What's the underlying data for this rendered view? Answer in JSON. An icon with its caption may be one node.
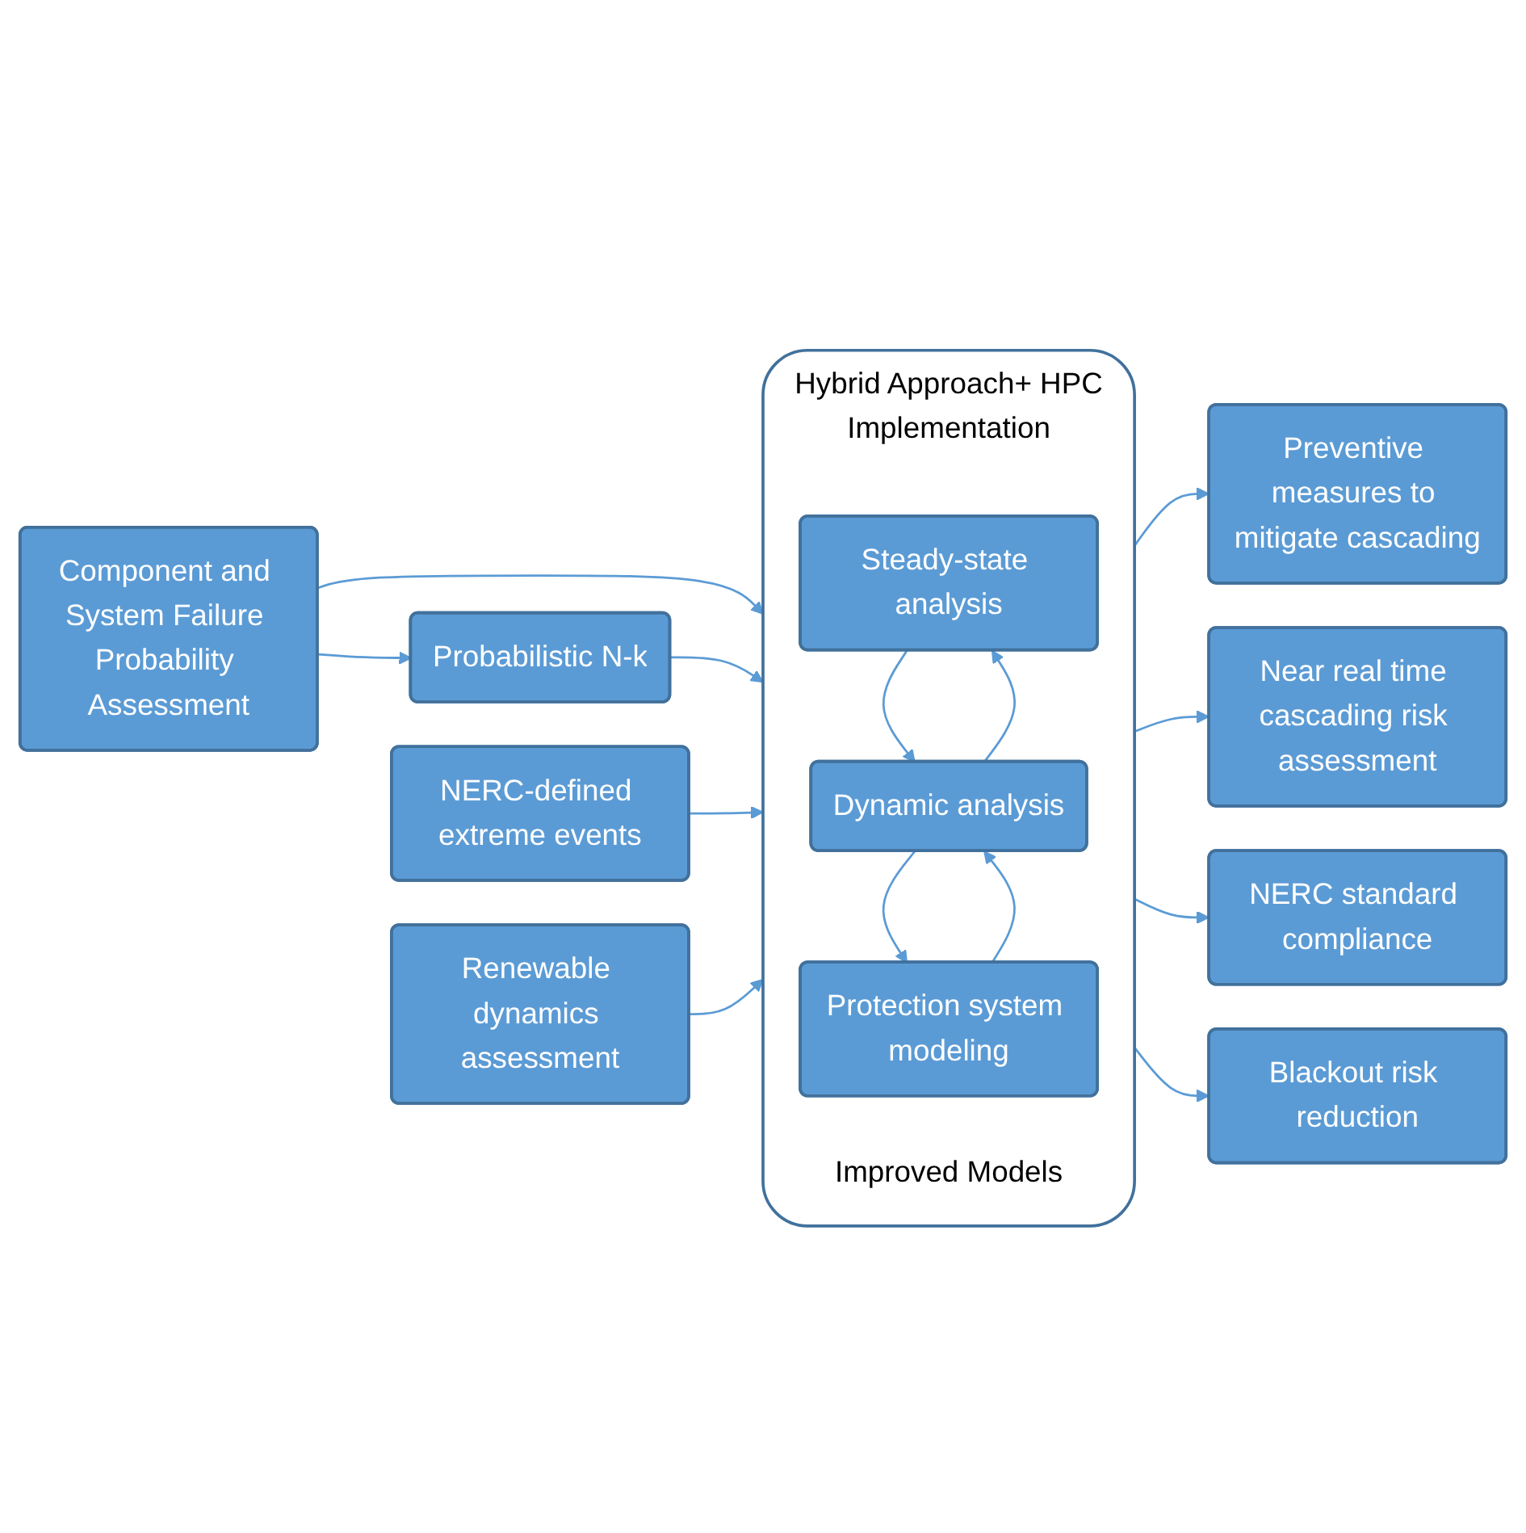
{
  "diagram": {
    "nodes": [
      {
        "text": [
          "Component and System Failure Probability Assessment"
        ]
      },
      {
        "text": [
          "Probabilistic N-k"
        ]
      },
      {
        "text": [
          "NERC-defined extreme events"
        ]
      },
      {
        "text": [
          "Renewable dynamics assessment"
        ]
      },
      {
        "text": [
          "Hybrid Approach+ HPC Implementation",
          "Improved Models"
        ]
      },
      {
        "text": [
          "Steady-state analysis"
        ],
        "in": 4
      },
      {
        "text": [
          "Dynamic analysis"
        ],
        "in": 4
      },
      {
        "text": [
          "Protection system modeling"
        ],
        "in": 4
      },
      {
        "text": [
          "Preventive measures to mitigate cascading"
        ]
      },
      {
        "text": [
          "Near real time cascading risk assessment"
        ]
      },
      {
        "text": [
          "NERC standard compliance"
        ]
      },
      {
        "text": [
          "Blackout risk reduction"
        ]
      }
    ],
    "edges": [
      {
        "from": 0,
        "to": 1,
        "arrow": "to"
      },
      {
        "from": 0,
        "to": 4,
        "arrow": "to"
      },
      {
        "from": 1,
        "to": 4,
        "arrow": "to"
      },
      {
        "from": 2,
        "to": 4,
        "arrow": "to"
      },
      {
        "from": 3,
        "to": 4,
        "arrow": "to"
      },
      {
        "from": 5,
        "to": 6,
        "arrow": "to"
      },
      {
        "from": 6,
        "to": 5,
        "arrow": "to"
      },
      {
        "from": 6,
        "to": 7,
        "arrow": "to"
      },
      {
        "from": 7,
        "to": 6,
        "arrow": "to"
      },
      {
        "from": 4,
        "to": 8,
        "arrow": "to"
      },
      {
        "from": 4,
        "to": 9,
        "arrow": "to"
      },
      {
        "from": 4,
        "to": 10,
        "arrow": "to"
      },
      {
        "from": 4,
        "to": 11,
        "arrow": "to"
      }
    ]
  }
}
